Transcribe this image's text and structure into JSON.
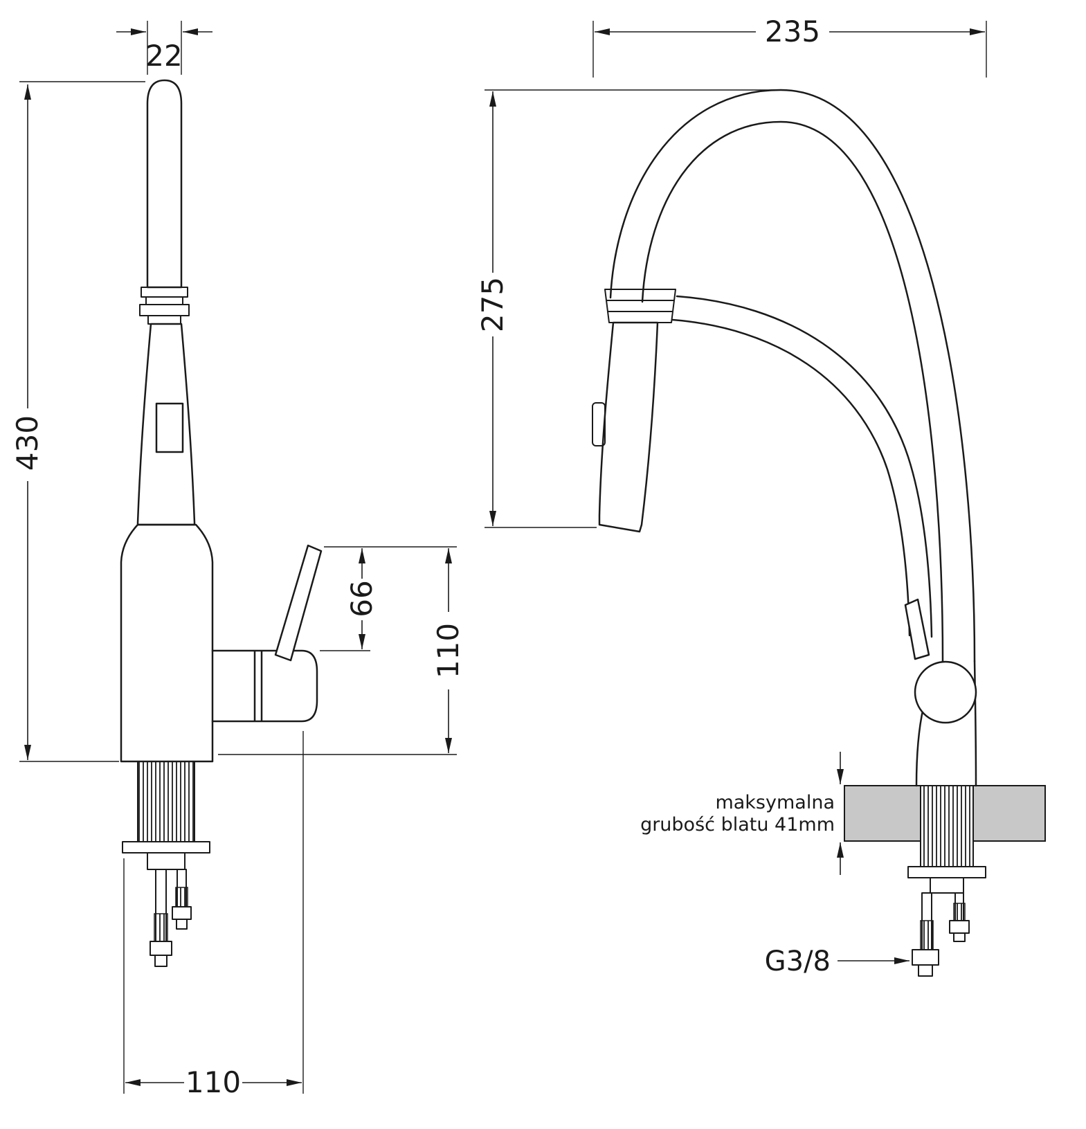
{
  "colors": {
    "line": "#1a1a1a",
    "countertop_fill": "#c8c8c8",
    "background": "#ffffff"
  },
  "side_view": {
    "dim_spout_diameter": "22",
    "dim_total_height": "430",
    "dim_lever_height": "66",
    "dim_body_depth": "110",
    "dim_base_depth": "110"
  },
  "front_view": {
    "dim_spout_reach": "235",
    "dim_spout_drop": "275",
    "countertop_note_line1": "maksymalna",
    "countertop_note_line2": "grubość blatu 41mm",
    "thread_size": "G3/8"
  }
}
